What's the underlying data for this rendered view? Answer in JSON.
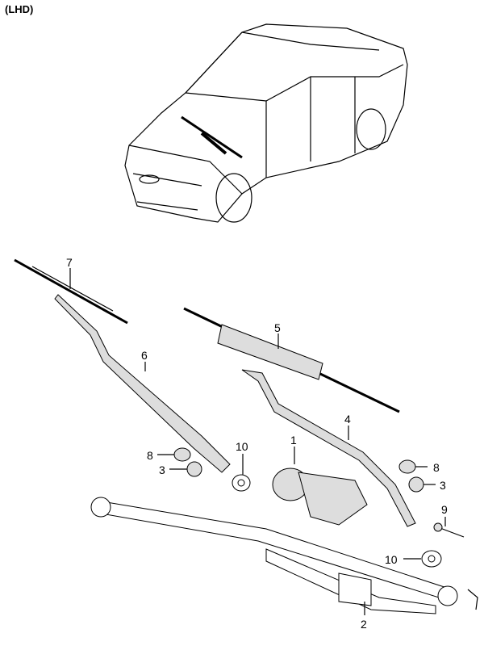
{
  "header": {
    "title": "(LHD)"
  },
  "callouts": [
    {
      "id": "7",
      "part": "wiper-blade-left"
    },
    {
      "id": "5",
      "part": "wiper-blade-right"
    },
    {
      "id": "6",
      "part": "wiper-arm-left"
    },
    {
      "id": "4",
      "part": "wiper-arm-right"
    },
    {
      "id": "1",
      "part": "wiper-motor"
    },
    {
      "id": "10",
      "part": "washer-left"
    },
    {
      "id": "8",
      "part": "cap-left"
    },
    {
      "id": "3",
      "part": "nut-left"
    },
    {
      "id": "8",
      "part": "cap-right"
    },
    {
      "id": "3",
      "part": "nut-right"
    },
    {
      "id": "9",
      "part": "bolt"
    },
    {
      "id": "10",
      "part": "washer-right"
    },
    {
      "id": "2",
      "part": "linkage"
    }
  ]
}
